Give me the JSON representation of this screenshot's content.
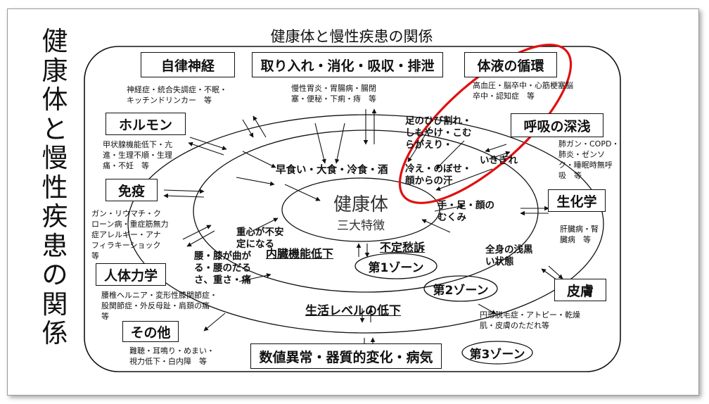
{
  "vertical_title": [
    "健",
    "康",
    "体",
    "と",
    "慢",
    "性",
    "疾",
    "患",
    "の",
    "関",
    "係"
  ],
  "diagram_title": "健康体と慢性疾患の関係",
  "center": {
    "title": "健康体",
    "subtitle": "三大特徴"
  },
  "categories": [
    {
      "key": "jiritsu",
      "label": "自律神経",
      "desc": "神経症・統合失調症・不眠・\nキッチンドリンカー　等"
    },
    {
      "key": "shoka",
      "label": "取り入れ・消化・吸収・排泄",
      "desc": "慢性胃炎・胃腸病・腸閉\n塞・便秘・下痢・痔　等"
    },
    {
      "key": "taieki",
      "label": "体液の循環",
      "desc": "高血圧・脳卒中・心筋梗塞脳\n卒中・認知症　等"
    },
    {
      "key": "kokyu",
      "label": "呼吸の深浅",
      "desc": "肺ガン・COPD・\n肺炎・ゼンソ\nク・睡眠時無呼\n吸　等"
    },
    {
      "key": "hormone",
      "label": "ホルモン",
      "desc": "甲状腺機能低下・亢\n進・生理不順・生理\n痛・不妊　等"
    },
    {
      "key": "meneki",
      "label": "免疫",
      "desc": "ガン・リウマチ・ク\nローン病・重症筋無力\n症アレルギー・アナ\nフィラキーショック\n等"
    },
    {
      "key": "seikagaku",
      "label": "生化学",
      "desc": "肝臓病・腎\n臓病　等"
    },
    {
      "key": "jintai",
      "label": "人体力学",
      "desc": "腰椎ヘルニア・変形性膝関節症・\n股関節症・外反母趾・肩頚の痛\n等"
    },
    {
      "key": "hifu",
      "label": "皮膚",
      "desc": "円形脱毛症・アトピー・乾燥\n肌・皮膚のただれ等"
    },
    {
      "key": "sonota",
      "label": "その他",
      "desc": "難聴・耳鳴り・めまい・\n視力低下・白内障　等"
    }
  ],
  "bottom_box": "数値異常・器質的変化・病気",
  "inner_texts": {
    "hayagui": "早食い・大食・冷食・酒",
    "ashi": "足のひび割れ・\nしもやけ・こむ\nらがえり・",
    "hie": "冷え・のぼせ・\n顔からの汗",
    "ikigire": "いきぎれ",
    "mukumi": "手・足・顔の\nむくみ",
    "jushin": "重心が不安\n定になる",
    "koshi": "腰・膝が曲が\nる・腰のだる\nさ、重さ・痛",
    "naizo": "内臓機能低下",
    "futei": "不定愁訴",
    "zenshin": "全身の浅黒\nい状態",
    "seikatsu": "生活レベルの低下"
  },
  "zones": [
    "第1ゾーン",
    "第2ゾーン",
    "第3ゾーン"
  ],
  "colors": {
    "highlight": "#e01010",
    "line": "#111111"
  }
}
